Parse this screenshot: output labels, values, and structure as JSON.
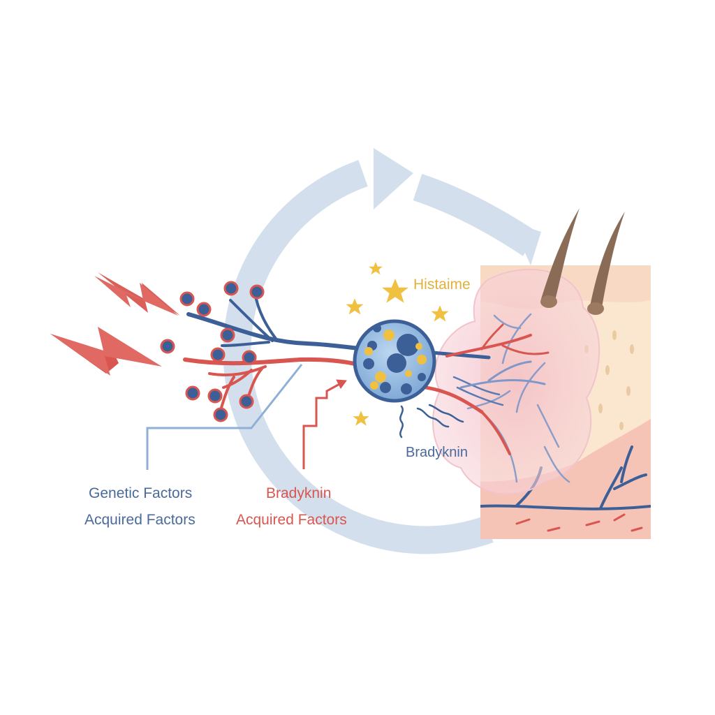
{
  "labels": {
    "histamine": "Histaime",
    "bradykinin_cell": "Bradyknin",
    "genetic_factors": "Genetic Factors",
    "acquired_factors_left": "Acquired Factors",
    "bradykinin_left": "Bradyknin",
    "acquired_factors_right": "Acquired Factors"
  },
  "colors": {
    "blue": "#3d5f97",
    "red": "#d95650",
    "gold": "#f0c040",
    "cycle_arrow": "#d3dfec",
    "skin": "#f6c7b8",
    "skin_top": "#fbe6cf",
    "swelling": "#f4c8cf"
  },
  "icons": {
    "trigger": "lightning-bolt-icon",
    "mediator": "star-icon"
  }
}
